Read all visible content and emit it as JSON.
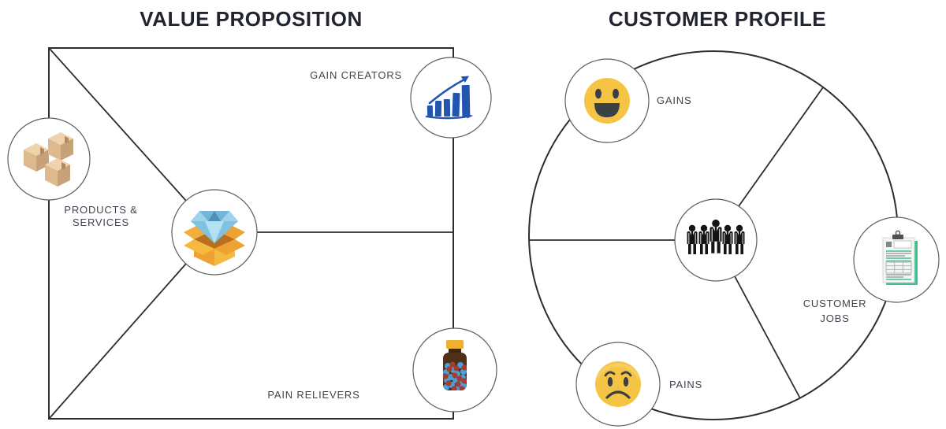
{
  "left_panel": {
    "title": "VALUE PROPOSITION",
    "labels": {
      "gain_creators": "GAIN CREATORS",
      "products_services": "PRODUCTS & SERVICES",
      "pain_relievers": "PAIN RELIEVERS"
    },
    "icons": {
      "center": "gift-box-diamond-icon",
      "left_edge": "shipping-boxes-icon",
      "top_right_edge": "growth-chart-icon",
      "bottom_right_edge": "medicine-bottle-icon"
    }
  },
  "right_panel": {
    "title": "CUSTOMER PROFILE",
    "labels": {
      "gains": "GAINS",
      "pains": "PAINS",
      "customer_jobs": "CUSTOMER JOBS"
    },
    "icons": {
      "center": "customer-group-icon",
      "top_left": "happy-face-icon",
      "bottom_left": "worried-face-icon",
      "right": "clipboard-icon"
    }
  },
  "colors": {
    "outline": "#2b2d2e",
    "circle_stroke": "#5a5d60",
    "title_text": "#222430",
    "label_text": "#40454e",
    "chart_blue": "#2155b0",
    "emoji_yellow": "#f6c445",
    "emoji_features": "#3b4046",
    "carton_tan": "#dcba8e",
    "gift_orange": "#eda233",
    "diamond_blue": "#7fc2e2",
    "bottle_brown": "#4f3118",
    "pill_blue": "#4aa0d8",
    "pill_red": "#a73a31",
    "clipboard_green": "#3ec28f",
    "people_black": "#141414"
  }
}
